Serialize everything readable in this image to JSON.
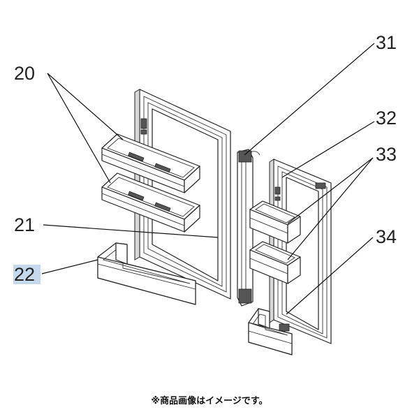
{
  "callouts": {
    "c20": "20",
    "c21": "21",
    "c22": "22",
    "c31": "31",
    "c32": "32",
    "c33": "33",
    "c34": "34"
  },
  "note": "※商品画像はイメージです。",
  "highlight_color": "#c6d9ec"
}
